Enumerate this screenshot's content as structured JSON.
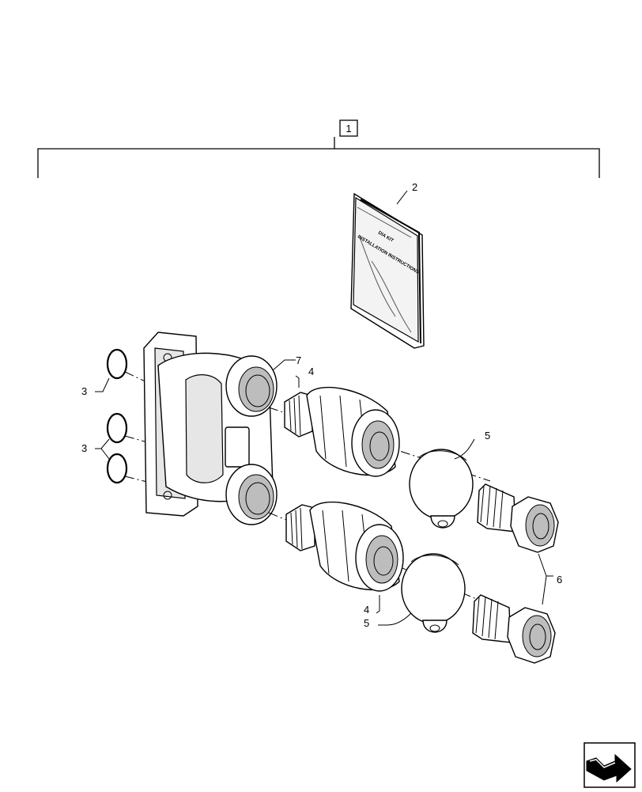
{
  "callouts": {
    "kit": "1",
    "instructions": "2",
    "oring_single": "3",
    "oring_pair": "3",
    "coupler_upper": "4",
    "coupler_lower": "4",
    "cap_upper": "5",
    "cap_lower": "5",
    "fittings": "6",
    "manifold": "7"
  },
  "booklet": {
    "line1": "DIA KIT",
    "line2": "INSTALLATION INSTRUCTIONS"
  },
  "nav_icon": "next-page-arrow-icon"
}
